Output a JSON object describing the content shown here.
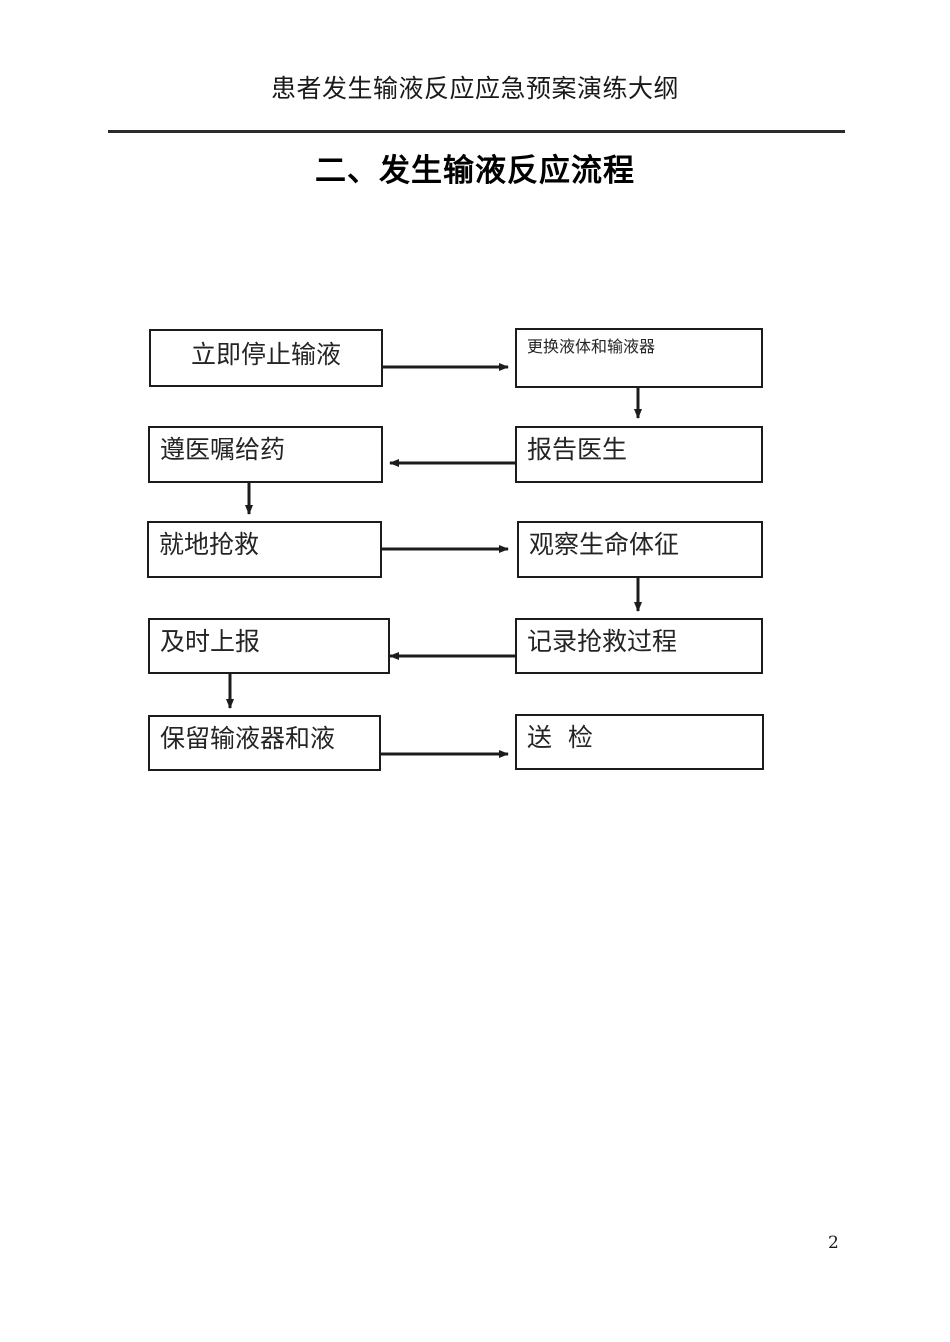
{
  "page": {
    "header": "患者发生输液反应应急预案演练大纲",
    "title": "二、发生输液反应流程",
    "page_number": "2"
  },
  "flowchart": {
    "type": "flowchart",
    "nodes": [
      {
        "id": "n1",
        "label": "立即停止输液",
        "column": "left",
        "row": 1,
        "align": "center",
        "text_size": "normal"
      },
      {
        "id": "n2",
        "label": "更换液体和输液器",
        "column": "right",
        "row": 1,
        "align": "left",
        "text_size": "small"
      },
      {
        "id": "n3",
        "label": "遵医嘱给药",
        "column": "left",
        "row": 2,
        "align": "left",
        "text_size": "normal"
      },
      {
        "id": "n4",
        "label": "报告医生",
        "column": "right",
        "row": 2,
        "align": "left",
        "text_size": "normal"
      },
      {
        "id": "n5",
        "label": "就地抢救",
        "column": "left",
        "row": 3,
        "align": "left",
        "text_size": "normal"
      },
      {
        "id": "n6",
        "label": "观察生命体征",
        "column": "right",
        "row": 3,
        "align": "left",
        "text_size": "normal"
      },
      {
        "id": "n7",
        "label": "及时上报",
        "column": "left",
        "row": 4,
        "align": "left",
        "text_size": "normal"
      },
      {
        "id": "n8",
        "label": "记录抢救过程",
        "column": "right",
        "row": 4,
        "align": "left",
        "text_size": "normal"
      },
      {
        "id": "n9",
        "label": "保留输液器和液",
        "column": "left",
        "row": 5,
        "align": "left",
        "text_size": "normal"
      },
      {
        "id": "n10",
        "label": "送  检",
        "column": "right",
        "row": 5,
        "align": "left",
        "text_size": "normal"
      }
    ],
    "edges": [
      {
        "from": "n1",
        "to": "n2",
        "direction": "right"
      },
      {
        "from": "n2",
        "to": "n4",
        "direction": "down"
      },
      {
        "from": "n4",
        "to": "n3",
        "direction": "left"
      },
      {
        "from": "n3",
        "to": "n5",
        "direction": "down"
      },
      {
        "from": "n5",
        "to": "n6",
        "direction": "right"
      },
      {
        "from": "n6",
        "to": "n8",
        "direction": "down"
      },
      {
        "from": "n8",
        "to": "n7",
        "direction": "left"
      },
      {
        "from": "n7",
        "to": "n9",
        "direction": "down"
      },
      {
        "from": "n9",
        "to": "n10",
        "direction": "right"
      }
    ],
    "colors": {
      "border": "#1c1c1c",
      "text": "#242424",
      "connector": "#1c1c1c",
      "background": "#ffffff"
    }
  }
}
